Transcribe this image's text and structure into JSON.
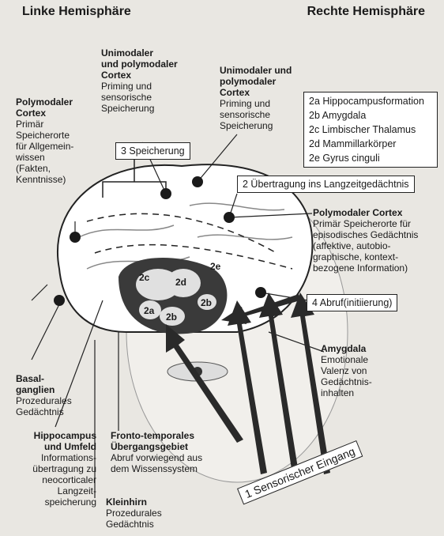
{
  "headers": {
    "left": "Linke Hemisphäre",
    "right": "Rechte Hemisphäre"
  },
  "labels": {
    "uni_left": {
      "title": "Unimodaler\nund polymodaler\nCortex",
      "body": "Priming und\nsensorische\nSpeicherung"
    },
    "uni_right": {
      "title": "Unimodaler und\npolymodaler\nCortex",
      "body": "Priming und\nsensorische\nSpeicherung"
    },
    "poly_left": {
      "title": "Polymodaler\nCortex",
      "body": "Primär\nSpeicherorte\nfür Allgemein-\nwissen\n(Fakten,\nKenntnisse)"
    },
    "poly_right": {
      "title": "Polymodaler Cortex",
      "body": "Primär Speicherorte für\nepisodisches Gedächtnis\n(affektive, autobio-\ngraphische, kontext-\nbezogene Information)"
    },
    "basal": {
      "title": "Basal-\nganglien",
      "body": "Prozedurales\nGedächtnis"
    },
    "hippo": {
      "title": "Hippocampus\nund Umfeld",
      "body": "Informations-\nübertragung zu\nneocorticaler\nLangzeit-\nspeicherung"
    },
    "fronto": {
      "title": "Fronto-temporales\nÜbergangsgebiet",
      "body": "Abruf vorwiegend aus\ndem Wissenssystem"
    },
    "klein": {
      "title": "Kleinhirn",
      "body": "Prozedurales\nGedächtnis"
    },
    "amyg": {
      "title": "Amygdala",
      "body": "Emotionale\nValenz von\nGedächtnis-\ninhalten"
    }
  },
  "boxes": {
    "speicherung": "3 Speicherung",
    "uebertragung": "2 Übertragung ins Langzeitgedächtnis",
    "abruf": "4 Abruf(initiierung)",
    "sensor": "1 Sensorischer Eingang"
  },
  "legend": [
    "2a Hippocampusformation",
    "2b Amygdala",
    "2c Limbischer Thalamus",
    "2d Mammillarkörper",
    "2e Gyrus cinguli"
  ],
  "markers": [
    "2c",
    "2d",
    "2e",
    "2a",
    "2b",
    "2b"
  ]
}
